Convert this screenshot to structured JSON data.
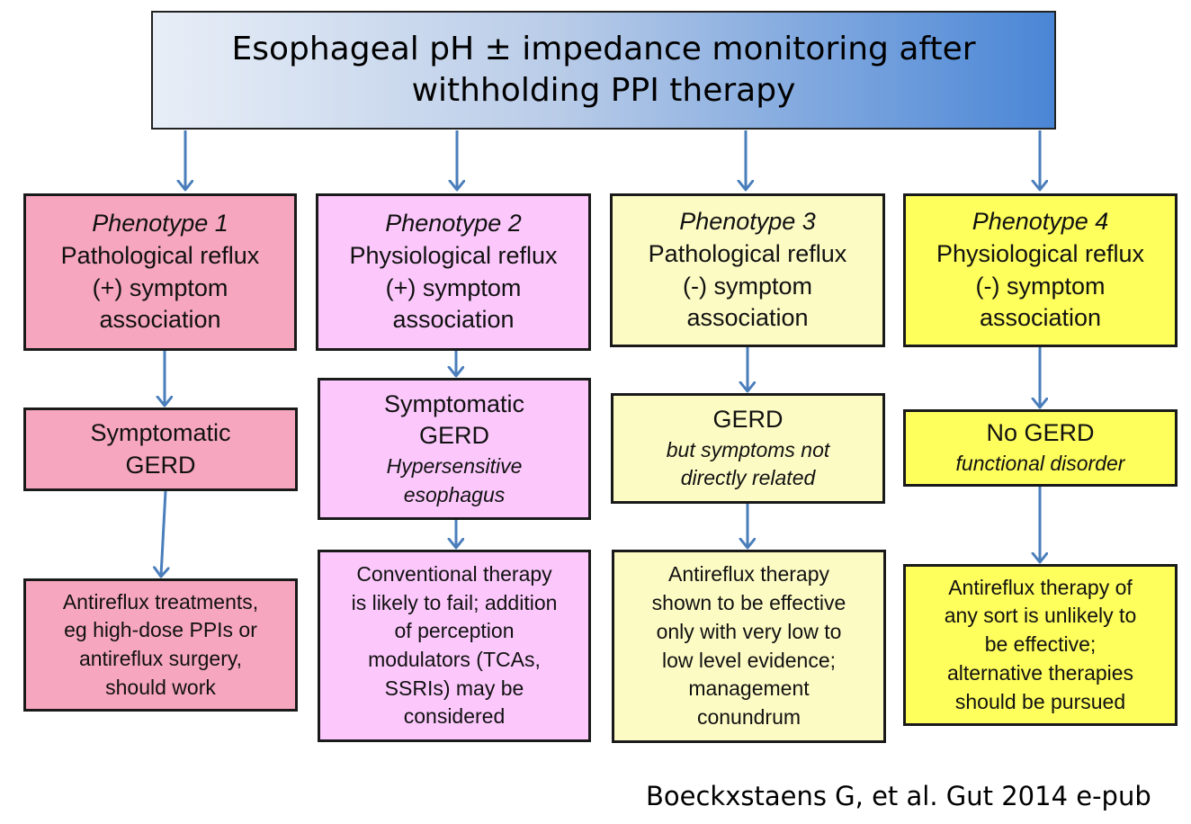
{
  "header": {
    "line1": "Esophageal  pH ± impedance monitoring after",
    "line2": "withholding PPI therapy"
  },
  "columns": [
    {
      "phenotype": {
        "label": "Phenotype 1",
        "reflux": "Pathological reflux",
        "symptom": "(+) symptom",
        "association": "association"
      },
      "diagnosis": {
        "lines": [
          "Symptomatic",
          "GERD"
        ],
        "subtitle": []
      },
      "outcome": [
        "Antireflux treatments,",
        "eg high-dose PPIs or",
        "antireflux surgery,",
        "should work"
      ]
    },
    {
      "phenotype": {
        "label": "Phenotype 2",
        "reflux": "Physiological reflux",
        "symptom": "(+) symptom",
        "association": "association"
      },
      "diagnosis": {
        "lines": [
          "Symptomatic",
          "GERD"
        ],
        "subtitle": [
          "Hypersensitive",
          "esophagus"
        ]
      },
      "outcome": [
        "Conventional therapy",
        "is likely to fail; addition",
        "of perception",
        "modulators (TCAs,",
        "SSRIs) may be",
        "considered"
      ]
    },
    {
      "phenotype": {
        "label": "Phenotype 3",
        "reflux": "Pathological reflux",
        "symptom": "(-) symptom",
        "association": "association"
      },
      "diagnosis": {
        "lines": [
          "GERD"
        ],
        "subtitle": [
          "but symptoms not",
          "directly related"
        ]
      },
      "outcome": [
        "Antireflux therapy",
        "shown to be effective",
        "only with very low to",
        "low level evidence;",
        "management",
        "conundrum"
      ]
    },
    {
      "phenotype": {
        "label": "Phenotype 4",
        "reflux": "Physiological reflux",
        "symptom": "(-) symptom",
        "association": "association"
      },
      "diagnosis": {
        "lines": [
          "No GERD"
        ],
        "subtitle": [
          "functional disorder"
        ]
      },
      "outcome": [
        "Antireflux therapy of",
        "any sort is unlikely to",
        "be effective;",
        "alternative therapies",
        "should be pursued"
      ]
    }
  ],
  "citation": "Boeckxstaens G, et al. Gut 2014 e-pub",
  "colors": {
    "arrow": "#4a7ebb",
    "phenotype1": "#f7a6c0",
    "phenotype2": "#fcc8fc",
    "phenotype3": "#fdfbc4",
    "phenotype4": "#fefe5c",
    "header_gradient_end": "#4a86d6"
  }
}
